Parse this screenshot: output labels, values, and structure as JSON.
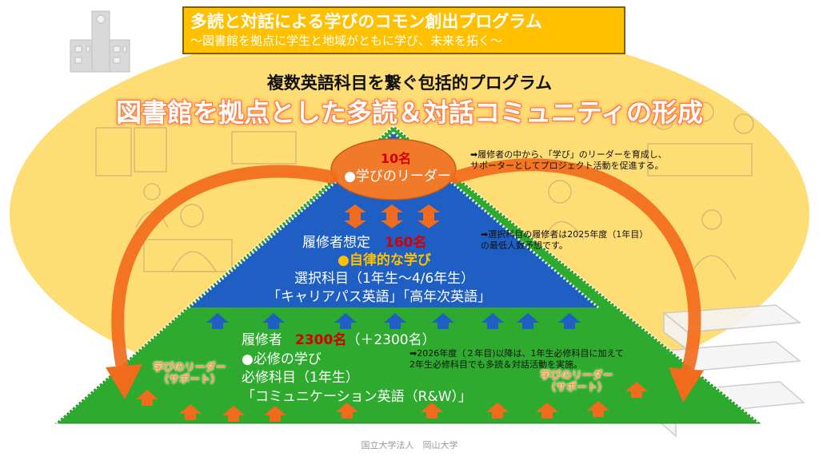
{
  "title": {
    "main": "多読と対話による学びのコモン創出プログラム",
    "sub": "～図書館を拠点に学生と地域がともに学び、未来を拓く～"
  },
  "heading": "複数英語科目を繋ぐ包括的プログラム",
  "slogan": "図書館を拠点とした多読＆対話コミュニティの形成",
  "pyramid": {
    "top": {
      "count": "10名",
      "label": "●学びのリーダー"
    },
    "middle": {
      "line1_prefix": "履修者想定",
      "count": "160名",
      "label": "●自律的な学び",
      "course": "選択科目（1年生～4/6年生）",
      "course_names": "「キャリアパス英語」「高年次英語」"
    },
    "bottom": {
      "line1_prefix": "履修者",
      "count": "2300名",
      "count_suffix": "（＋2300名）",
      "label": "●必修の学び",
      "course": "必修科目（1年生）",
      "course_names": "「コミュニケーション英語（R&W）」"
    }
  },
  "notes": {
    "leader": [
      "➡履修者の中から、「学び」のリーダーを育成し、",
      "サポーターとしてプロジェクト活動を促進する。"
    ],
    "elective": [
      "➡選択科目の履修者は2025年度（1年目）",
      "の最低人数予想です。"
    ],
    "required": [
      "➡2026年度（２年目)以降は、1年生必修科目に加えて",
      "2年生必修科目でも多読＆対話活動を実施。"
    ]
  },
  "support_labels": {
    "left": [
      "学びのリーダー",
      "（サポート）"
    ],
    "right": [
      "学びのリーダー",
      "（サポート）"
    ]
  },
  "footer": "国立大学法人　岡山大学",
  "colors": {
    "ellipse": "#ffd966",
    "title_bg": "#ffc000",
    "pyramid_green": "#2eaa2e",
    "pyramid_blue": "#1f5fc4",
    "leader_orange": "#f07a2a",
    "arrow_orange": "#f26b1d",
    "arrow_blue": "#1f5fc4",
    "count_red": "#d40000"
  },
  "icons": [
    "university-building-icon",
    "reading-people-icon",
    "book-stack-icon",
    "arrow-up-icon",
    "double-arrow-icon"
  ]
}
